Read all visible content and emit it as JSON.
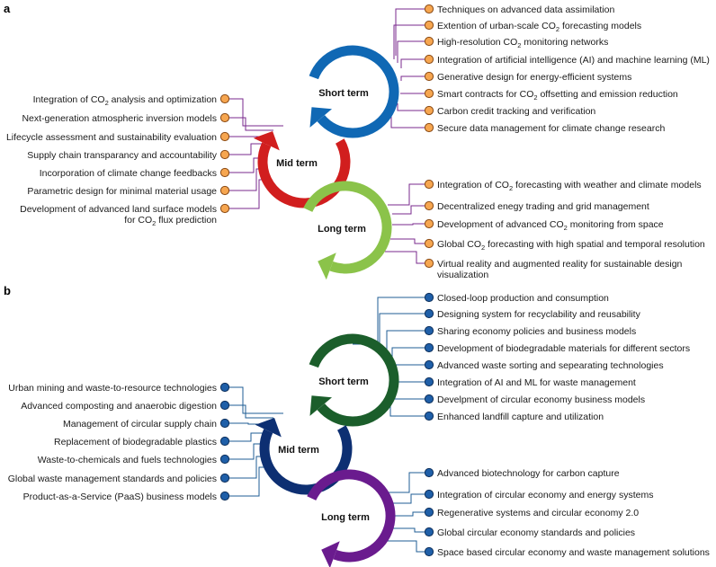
{
  "panels": [
    {
      "letter": "a",
      "colors": {
        "short": "#1068b4",
        "mid": "#d11e1e",
        "long": "#8bc34a",
        "connector": "#7a2a8e",
        "dot_fill": "#f6a650",
        "dot_stroke": "#8a4a14"
      },
      "terms": {
        "short": "Short term",
        "mid": "Mid term",
        "long": "Long term"
      },
      "short": [
        [
          {
            "t": "Techniques on advanced data assimilation"
          }
        ],
        [
          {
            "t": "Extention of urban-scale CO"
          },
          {
            "t": "2",
            "sub": true
          },
          {
            "t": " forecasting models"
          }
        ],
        [
          {
            "t": "High-resolution CO"
          },
          {
            "t": "2",
            "sub": true
          },
          {
            "t": " monitoring networks"
          }
        ],
        [
          {
            "t": "Integration of artificial intelligence (AI) and machine learning (ML)"
          }
        ],
        [
          {
            "t": "Generative design for energy-efficient systems"
          }
        ],
        [
          {
            "t": "Smart contracts for CO"
          },
          {
            "t": "2",
            "sub": true
          },
          {
            "t": " offsetting and emission reduction"
          }
        ],
        [
          {
            "t": "Carbon credit tracking and verification"
          }
        ],
        [
          {
            "t": "Secure data management for climate change research"
          }
        ]
      ],
      "mid": [
        [
          [
            {
              "t": "Integration of CO"
            },
            {
              "t": "2",
              "sub": true
            },
            {
              "t": " analysis and optimization"
            }
          ]
        ],
        [
          [
            {
              "t": "Next-generation atmospheric inversion models"
            }
          ]
        ],
        [
          [
            {
              "t": "Lifecycle assessment and sustainability evaluation"
            }
          ]
        ],
        [
          [
            {
              "t": "Supply chain transparancy and accountability"
            }
          ]
        ],
        [
          [
            {
              "t": "Incorporation of climate change feedbacks"
            }
          ]
        ],
        [
          [
            {
              "t": "Parametric design for minimal material usage"
            }
          ]
        ],
        [
          [
            {
              "t": "Development of advanced land surface models"
            }
          ],
          [
            {
              "t": "for CO"
            },
            {
              "t": "2",
              "sub": true
            },
            {
              "t": " flux prediction"
            }
          ]
        ]
      ],
      "long": [
        [
          [
            {
              "t": "Integration of CO"
            },
            {
              "t": "2",
              "sub": true
            },
            {
              "t": " forecasting with weather and climate models"
            }
          ]
        ],
        [
          [
            {
              "t": "Decentralized enegy trading and grid management"
            }
          ]
        ],
        [
          [
            {
              "t": "Development of advanced CO"
            },
            {
              "t": "2",
              "sub": true
            },
            {
              "t": " monitoring from space"
            }
          ]
        ],
        [
          [
            {
              "t": "Global CO"
            },
            {
              "t": "2",
              "sub": true
            },
            {
              "t": " forecasting with high spatial and temporal resolution"
            }
          ]
        ],
        [
          [
            {
              "t": "Virtual reality and augmented reality for sustainable design"
            }
          ],
          [
            {
              "t": "visualization"
            }
          ]
        ]
      ]
    },
    {
      "letter": "b",
      "colors": {
        "short": "#1b5e2b",
        "mid": "#0d2f72",
        "long": "#6a1b8e",
        "connector": "#1f5d94",
        "dot_fill": "#1f5fa8",
        "dot_stroke": "#0c2f5c"
      },
      "terms": {
        "short": "Short term",
        "mid": "Mid term",
        "long": "Long term"
      },
      "short": [
        [
          {
            "t": "Closed-loop production and consumption"
          }
        ],
        [
          {
            "t": "Designing system for recyclability and reusability"
          }
        ],
        [
          {
            "t": "Sharing economy policies and business models"
          }
        ],
        [
          {
            "t": "Development of biodegradable materials for different sectors"
          }
        ],
        [
          {
            "t": "Advanced waste sorting and sepearating technologies"
          }
        ],
        [
          {
            "t": "Integration of AI and ML for waste management"
          }
        ],
        [
          {
            "t": "Develpment of circular economy business models"
          }
        ],
        [
          {
            "t": "Enhanced landfill capture and utilization"
          }
        ]
      ],
      "mid": [
        [
          [
            {
              "t": "Urban mining and waste-to-resource technologies"
            }
          ]
        ],
        [
          [
            {
              "t": "Advanced composting and anaerobic digestion"
            }
          ]
        ],
        [
          [
            {
              "t": "Management of circular supply chain"
            }
          ]
        ],
        [
          [
            {
              "t": "Replacement of biodegradable plastics"
            }
          ]
        ],
        [
          [
            {
              "t": "Waste-to-chemicals and fuels technologies"
            }
          ]
        ],
        [
          [
            {
              "t": "Global waste management standards and policies"
            }
          ]
        ],
        [
          [
            {
              "t": "Product-as-a-Service (PaaS) business models"
            }
          ]
        ]
      ],
      "long": [
        [
          [
            {
              "t": "Advanced biotechnology for carbon capture"
            }
          ]
        ],
        [
          [
            {
              "t": "Integration of circular economy and energy systems"
            }
          ]
        ],
        [
          [
            {
              "t": "Regenerative systems and circular economy 2.0"
            }
          ]
        ],
        [
          [
            {
              "t": "Global circular economy standards and policies"
            }
          ]
        ],
        [
          [
            {
              "t": "Space based circular economy and waste management solutions"
            }
          ]
        ]
      ]
    }
  ]
}
